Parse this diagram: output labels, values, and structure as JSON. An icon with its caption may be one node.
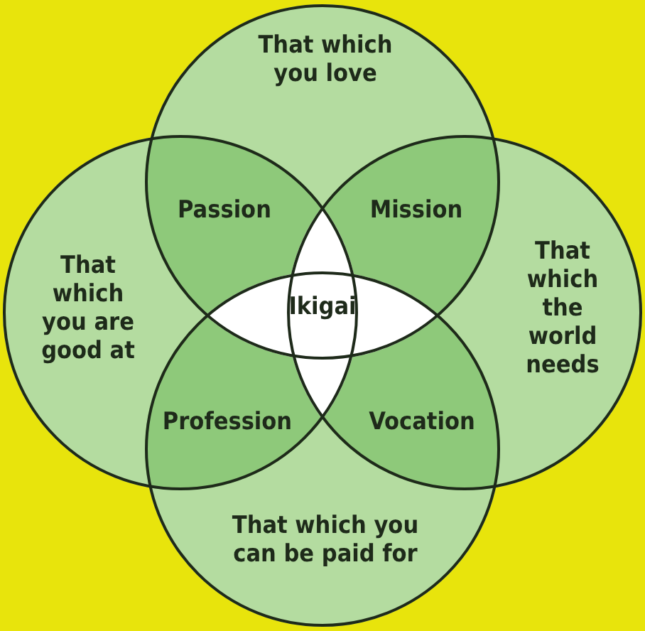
{
  "diagram": {
    "nodes": [
      {
        "text": [
          "That which you love"
        ]
      },
      {
        "text": [
          "Passion"
        ]
      },
      {
        "text": [
          "Mission"
        ]
      },
      {
        "text": [
          "That which you are good at"
        ]
      },
      {
        "text": [
          "Ikigai"
        ]
      },
      {
        "text": [
          "That which the world needs"
        ]
      },
      {
        "text": [
          "Profession"
        ]
      },
      {
        "text": [
          "Vocation"
        ]
      },
      {
        "text": [
          "That which you can be paid for"
        ]
      }
    ]
  }
}
